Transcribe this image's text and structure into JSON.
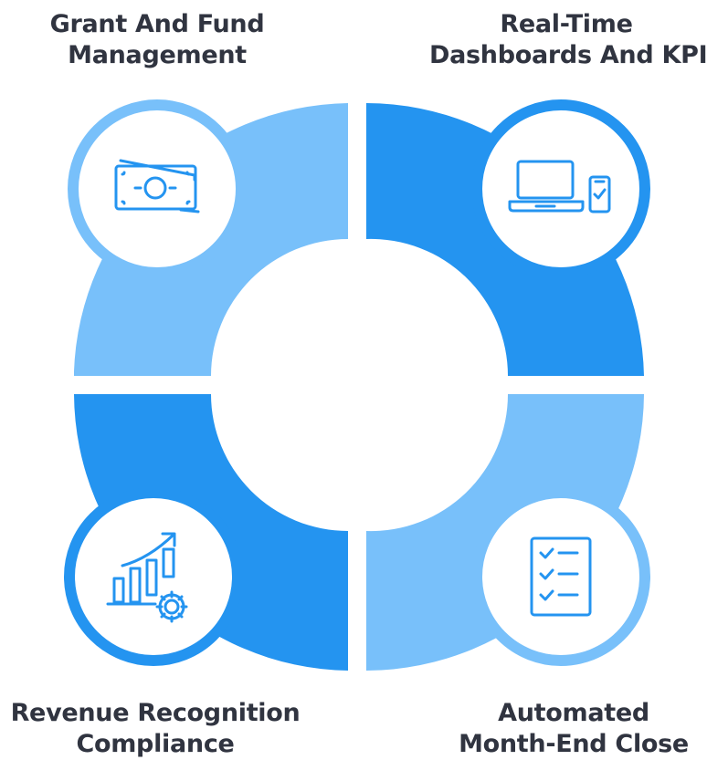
{
  "colors": {
    "light_blue": "#78C0FA",
    "dark_blue": "#2494F0",
    "icon_stroke": "#2494F0",
    "text": "#303440"
  },
  "quadrants": [
    {
      "position": "top-left",
      "line1": "Grant And Fund",
      "line2": "Management",
      "icon": "money-bills-icon",
      "color": "light_blue"
    },
    {
      "position": "top-right",
      "line1": "Real-Time",
      "line2": "Dashboards And KPIs",
      "icon": "laptop-phone-icon",
      "color": "dark_blue"
    },
    {
      "position": "bottom-left",
      "line1": "Revenue Recognition",
      "line2": "Compliance",
      "icon": "growth-chart-gear-icon",
      "color": "dark_blue"
    },
    {
      "position": "bottom-right",
      "line1": "Automated",
      "line2": "Month-End Close",
      "icon": "checklist-icon",
      "color": "light_blue"
    }
  ]
}
